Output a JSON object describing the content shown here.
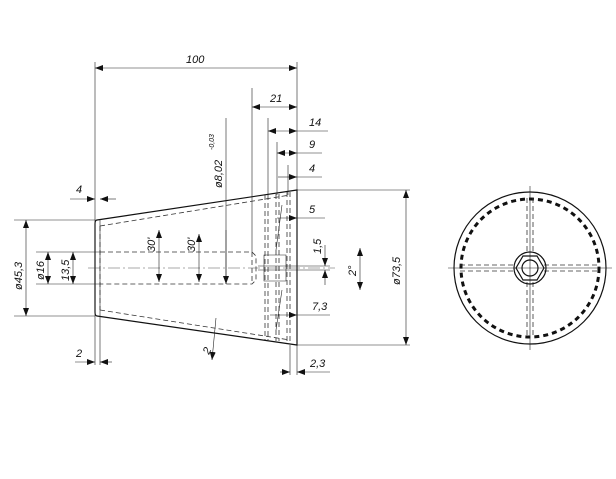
{
  "drawing": {
    "dimensions": {
      "overall_length": "100",
      "d21": "21",
      "d14": "14",
      "d9": "9",
      "d4_right": "4",
      "d5": "5",
      "d1_5": "1,5",
      "angle_2deg": "2°",
      "dia_73_5": "ø73,5",
      "dia_45_3": "ø45,3",
      "dia_16": "ø16",
      "d13_5": "13,5",
      "taper_30_a": "30'",
      "taper_30_b": "30'",
      "dia_8_02": "ø8,02",
      "tolerance": "-0,03",
      "d7_3": "7,3",
      "d2_3": "2,3",
      "wall_2": "2",
      "d2_left": "2",
      "d4_left": "4"
    }
  }
}
